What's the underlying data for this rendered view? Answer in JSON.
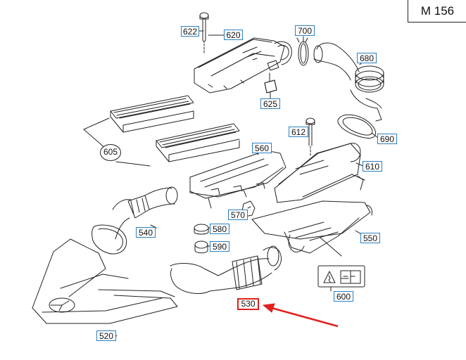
{
  "model_code": "M 156",
  "parts": [
    {
      "id": "622"
    },
    {
      "id": "620"
    },
    {
      "id": "700"
    },
    {
      "id": "680"
    },
    {
      "id": "625"
    },
    {
      "id": "605"
    },
    {
      "id": "612"
    },
    {
      "id": "690"
    },
    {
      "id": "560"
    },
    {
      "id": "610"
    },
    {
      "id": "570"
    },
    {
      "id": "540"
    },
    {
      "id": "580"
    },
    {
      "id": "550"
    },
    {
      "id": "590"
    },
    {
      "id": "600"
    },
    {
      "id": "530",
      "highlighted": true
    },
    {
      "id": "520"
    }
  ],
  "colors": {
    "label_border": "#2b7fc0",
    "highlight": "#e0201f",
    "line_art": "#222222"
  }
}
